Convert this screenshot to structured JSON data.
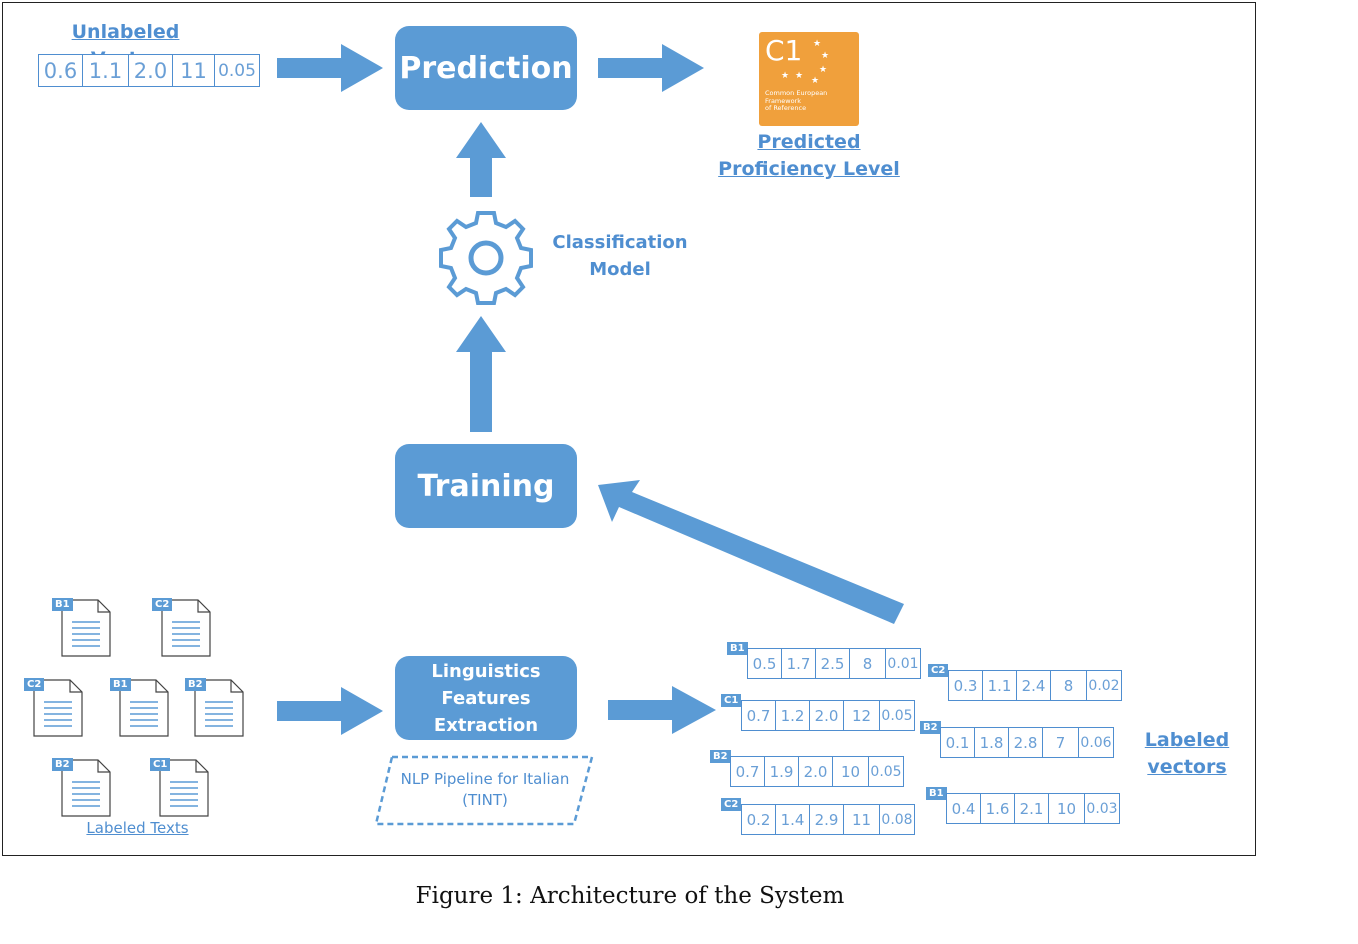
{
  "unlabeled_vector": {
    "title": "Unlabeled Vector",
    "values": [
      "0.6",
      "1.1",
      "2.0",
      "11",
      "0.05"
    ]
  },
  "nodes": {
    "prediction": "Prediction",
    "training": "Training",
    "extraction": [
      "Linguistics",
      "Features",
      "Extraction"
    ]
  },
  "predicted_level": {
    "badge_level": "C1",
    "badge_text": [
      "Common European",
      "Framework",
      "of Reference"
    ],
    "label": [
      "Predicted",
      "Proficiency Level"
    ]
  },
  "classification_model": [
    "Classification",
    "Model"
  ],
  "pipeline": [
    "NLP Pipeline for Italian",
    "(TINT)"
  ],
  "labeled_texts": {
    "title": "Labeled Texts",
    "docs": [
      "B1",
      "C2",
      "C2",
      "B1",
      "B2",
      "B2",
      "C1"
    ]
  },
  "labeled_vectors": {
    "title": [
      "Labeled",
      "vectors"
    ],
    "rows": [
      {
        "tag": "B1",
        "values": [
          "0.5",
          "1.7",
          "2.5",
          "8",
          "0.01"
        ]
      },
      {
        "tag": "C1",
        "values": [
          "0.7",
          "1.2",
          "2.0",
          "12",
          "0.05"
        ]
      },
      {
        "tag": "B2",
        "values": [
          "0.7",
          "1.9",
          "2.0",
          "10",
          "0.05"
        ]
      },
      {
        "tag": "C2",
        "values": [
          "0.2",
          "1.4",
          "2.9",
          "11",
          "0.08"
        ]
      },
      {
        "tag": "C2",
        "values": [
          "0.3",
          "1.1",
          "2.4",
          "8",
          "0.02"
        ]
      },
      {
        "tag": "B2",
        "values": [
          "0.1",
          "1.8",
          "2.8",
          "7",
          "0.06"
        ]
      },
      {
        "tag": "B1",
        "values": [
          "0.4",
          "1.6",
          "2.1",
          "10",
          "0.03"
        ]
      }
    ]
  },
  "caption": "Figure 1: Architecture of the System",
  "colors": {
    "accent": "#5b9bd5",
    "badge": "#f0a03c"
  }
}
